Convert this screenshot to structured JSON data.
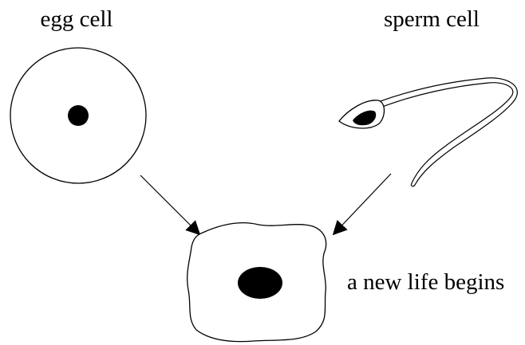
{
  "labels": {
    "egg": "egg cell",
    "sperm": "sperm cell",
    "result": "a new life begins"
  },
  "colors": {
    "stroke": "#000000",
    "fill": "#ffffff",
    "nucleus": "#000000"
  }
}
